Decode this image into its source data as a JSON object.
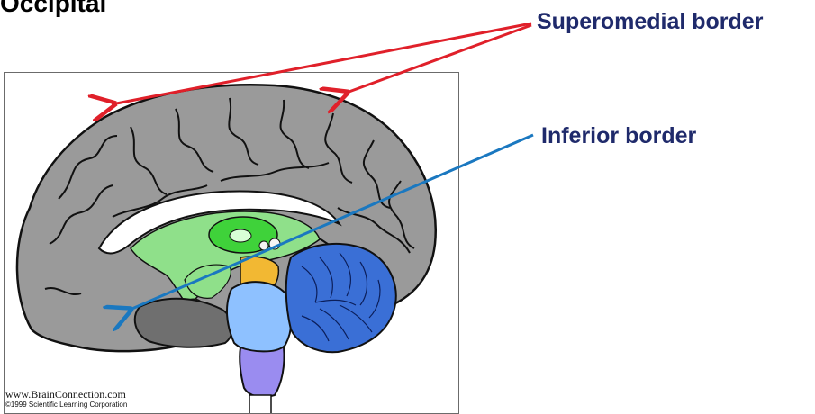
{
  "title": "Occipital",
  "labels": {
    "superomedial": "Superomedial border",
    "inferior": "Inferior border"
  },
  "credit": {
    "line1": "www.BrainConnection.com",
    "line2": "©1999 Scientific Learning Corporation"
  },
  "colors": {
    "superomedial_arrow": "#e0202a",
    "inferior_arrow": "#1a78c0",
    "label_text": "#1f2a6b",
    "cortex": "#9a9a9a",
    "corpus_callosum": "#ffffff",
    "limbic": "#8fe08a",
    "thalamus": "#3fd23a",
    "midbrain": "#f2b833",
    "pons": "#8ec1ff",
    "medulla": "#9a8cf0",
    "cerebellum": "#3a6fd6"
  }
}
